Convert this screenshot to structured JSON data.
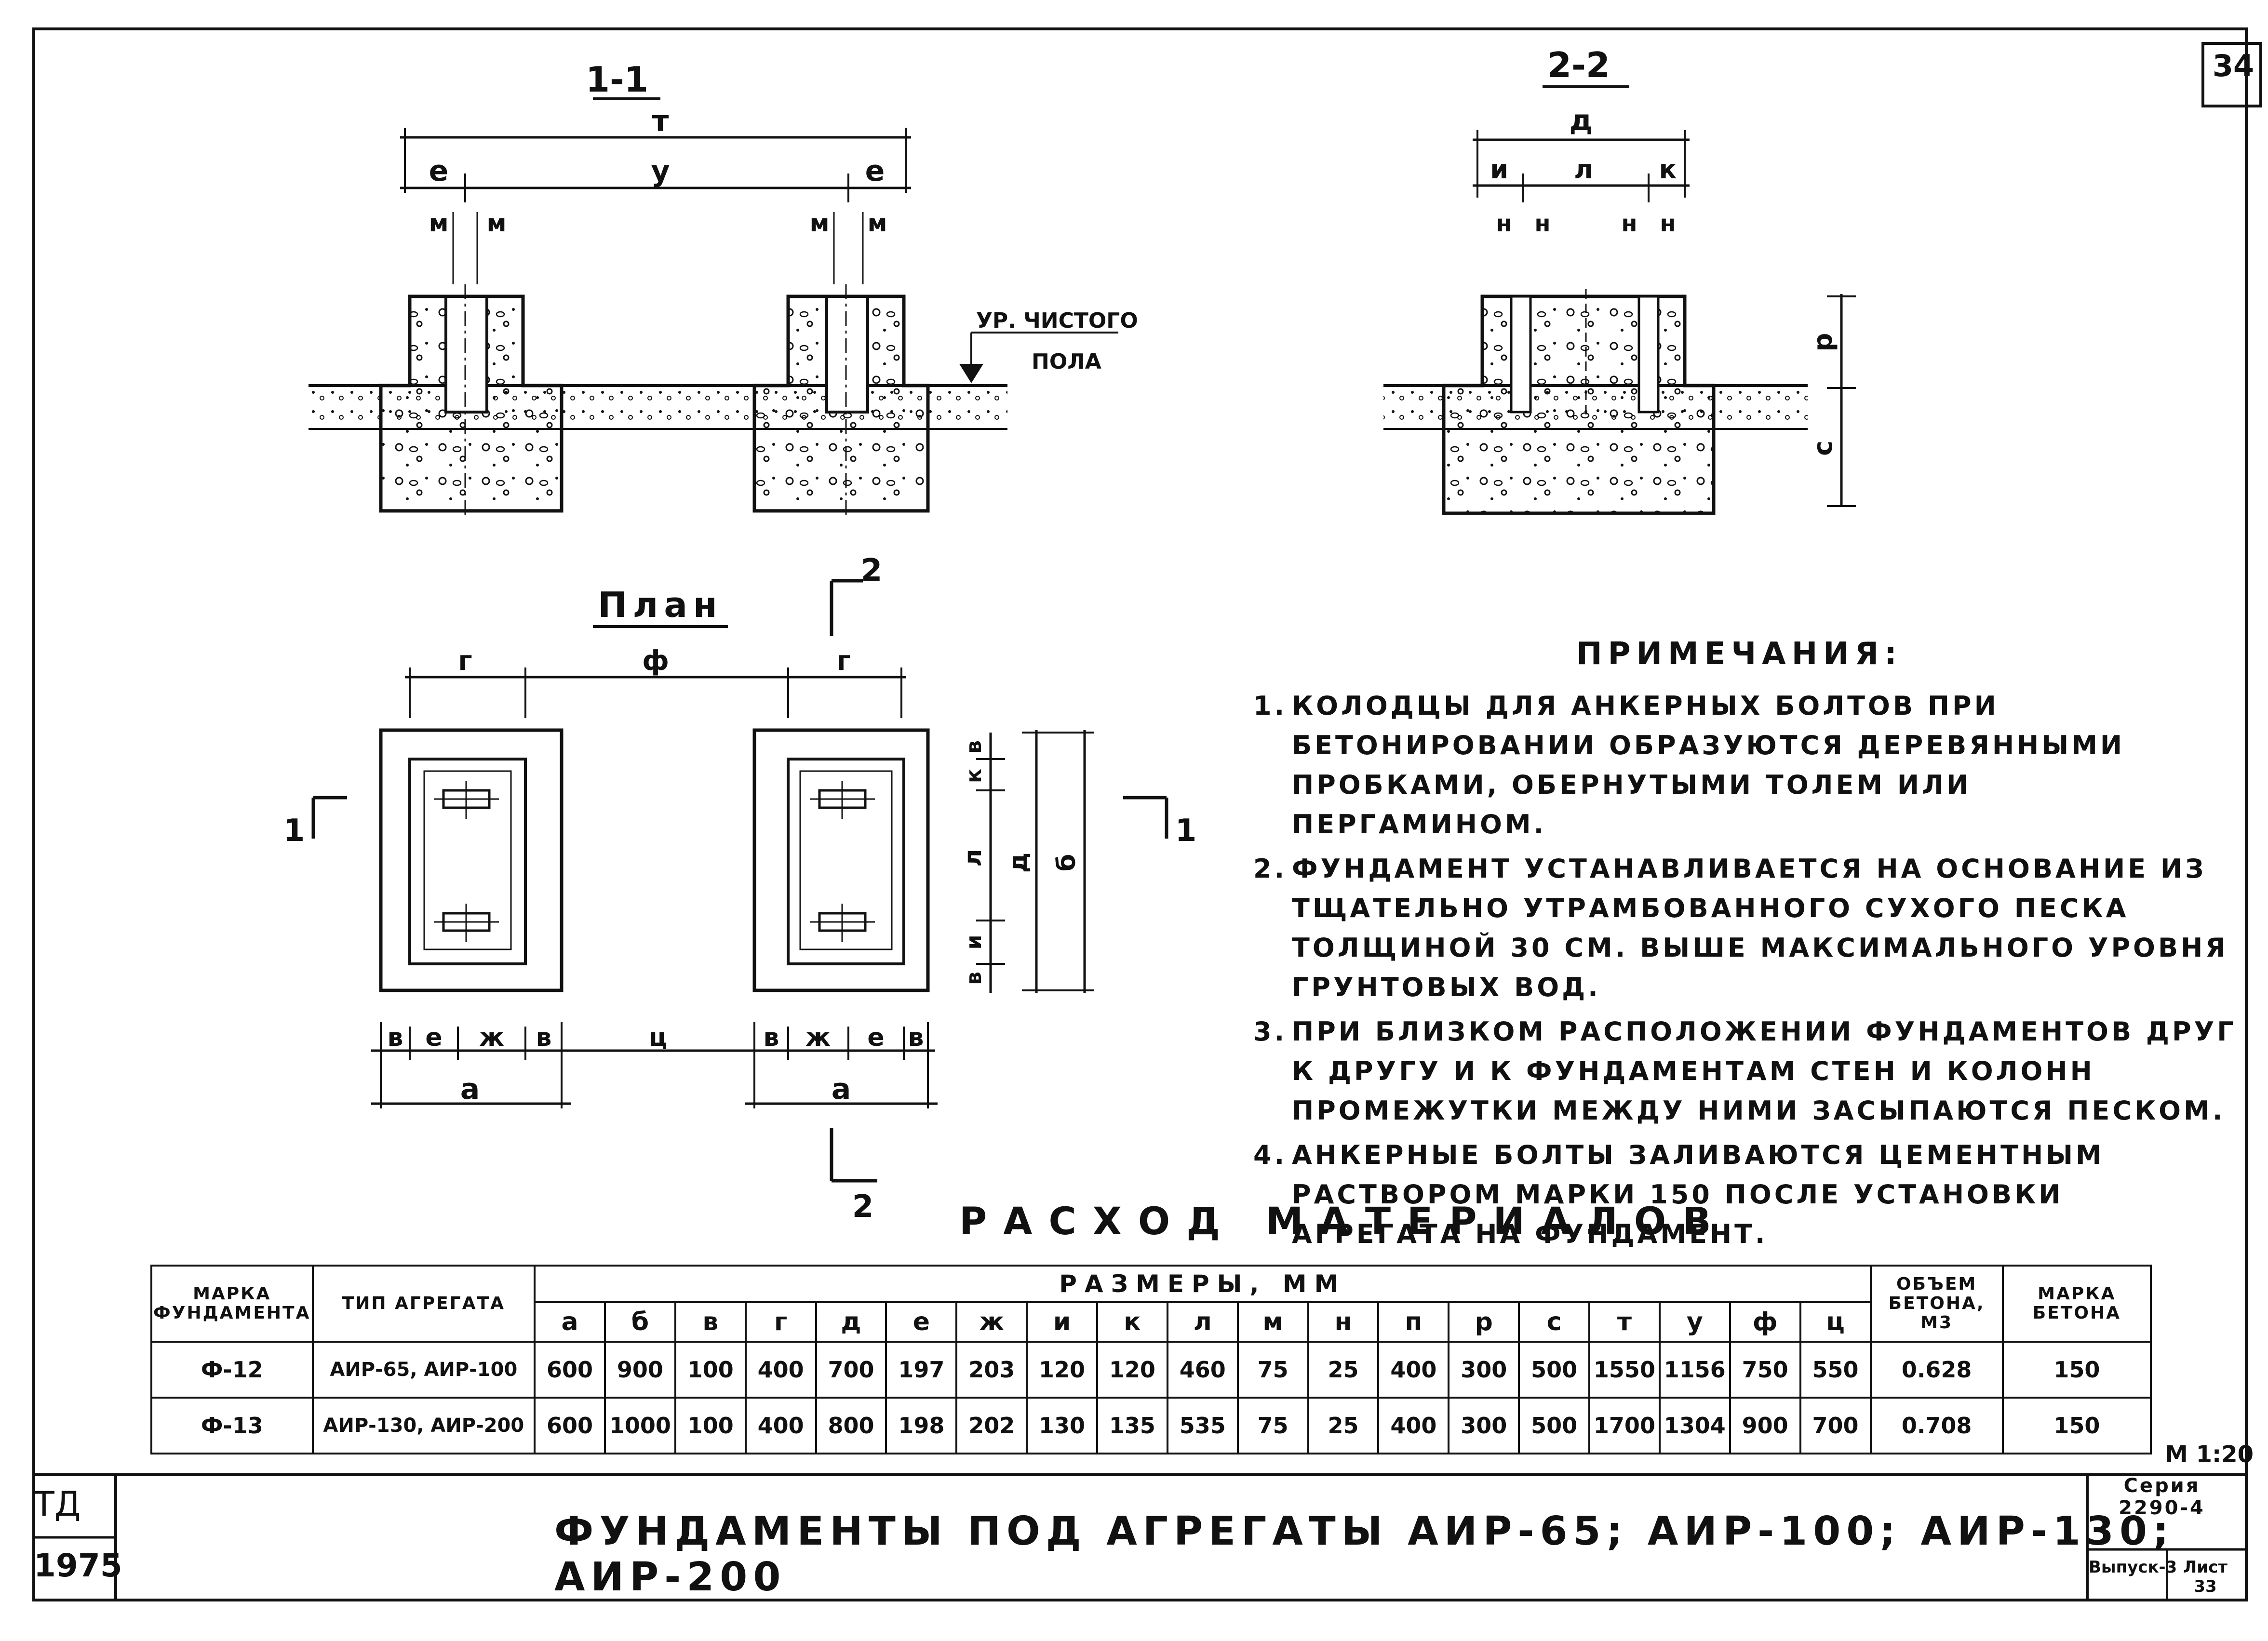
{
  "page_number": "34",
  "sections": {
    "sec1_label": "1-1",
    "sec2_label": "2-2",
    "plan_label": "План",
    "floor_label_line1": "УР. ЧИСТОГО",
    "floor_label_line2": "ПОЛА",
    "cut1_left": "1",
    "cut1_right": "1",
    "cut2_top": "2",
    "cut2_bottom": "2"
  },
  "dims": {
    "t": "т",
    "u": "у",
    "e": "е",
    "m": "м",
    "d": "д",
    "i": "и",
    "l": "л",
    "k": "к",
    "n": "н",
    "r": "р",
    "s": "с",
    "g": "г",
    "f": "ф",
    "b": "б",
    "v": "в",
    "zh": "ж",
    "ts": "ц",
    "a": "а"
  },
  "notes": {
    "title": "Примечания:",
    "items": [
      {
        "num": "1.",
        "text": "Колодцы для анкерных болтов при бетонировании образуются деревянными пробками, обернутыми толем или пергамином."
      },
      {
        "num": "2.",
        "text": "Фундамент устанавливается на основание из тщательно утрамбованного сухого песка толщиной 30 см. выше максимального уровня грунтовых вод."
      },
      {
        "num": "3.",
        "text": "При близком расположении фундаментов друг к другу и к фундаментам стен и колонн промежутки между ними засыпаются песком."
      },
      {
        "num": "4.",
        "text": "Анкерные болты заливаются цементным раствором марки 150 после установки агрегата на фундамент."
      }
    ]
  },
  "table": {
    "title": "Расход материалов",
    "h_mark": "Марка фундамента",
    "h_type": "Тип агрегата",
    "h_dims": "Размеры, мм",
    "h_volume": "Объем бетона, м3",
    "h_grade": "Марка бетона",
    "letters": [
      "а",
      "б",
      "в",
      "г",
      "д",
      "е",
      "ж",
      "и",
      "к",
      "л",
      "м",
      "н",
      "п",
      "р",
      "с",
      "т",
      "у",
      "ф",
      "ц"
    ],
    "rows": [
      {
        "mark": "Ф-12",
        "type": "АИР-65, АИР-100",
        "vals": [
          "600",
          "900",
          "100",
          "400",
          "700",
          "197",
          "203",
          "120",
          "120",
          "460",
          "75",
          "25",
          "400",
          "300",
          "500",
          "1550",
          "1156",
          "750",
          "550"
        ],
        "volume": "0.628",
        "grade": "150"
      },
      {
        "mark": "Ф-13",
        "type": "АИР-130, АИР-200",
        "vals": [
          "600",
          "1000",
          "100",
          "400",
          "800",
          "198",
          "202",
          "130",
          "135",
          "535",
          "75",
          "25",
          "400",
          "300",
          "500",
          "1700",
          "1304",
          "900",
          "700"
        ],
        "volume": "0.708",
        "grade": "150"
      }
    ]
  },
  "titleblock": {
    "scale": "М 1:20",
    "org": "ТД",
    "year": "1975",
    "title": "Фундаменты под агрегаты АИР-65; АИР-100; АИР-130; АИР-200",
    "series_label": "Серия",
    "series_value": "2290-4",
    "vypusk": "Выпуск-3",
    "list": "Лист 33"
  }
}
